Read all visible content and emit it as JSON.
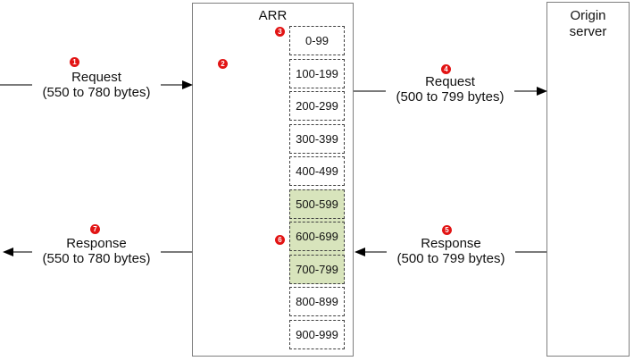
{
  "arr_box": {
    "title": "ARR",
    "ranges": [
      {
        "label": "0-99",
        "cached": false
      },
      {
        "label": "100-199",
        "cached": false
      },
      {
        "label": "200-299",
        "cached": false
      },
      {
        "label": "300-399",
        "cached": false
      },
      {
        "label": "400-499",
        "cached": false
      },
      {
        "label": "500-599",
        "cached": true
      },
      {
        "label": "600-699",
        "cached": true
      },
      {
        "label": "700-799",
        "cached": true
      },
      {
        "label": "800-899",
        "cached": false
      },
      {
        "label": "900-999",
        "cached": false
      }
    ]
  },
  "origin_box": {
    "title": "Origin server"
  },
  "flows": {
    "client_request": {
      "marker": "1",
      "title": "Request",
      "detail": "(550 to 780 bytes)"
    },
    "arr_request": {
      "marker": "4",
      "title": "Request",
      "detail": "(500 to 799 bytes)"
    },
    "origin_response": {
      "marker": "5",
      "title": "Response",
      "detail": "(500 to 799 bytes)"
    },
    "client_response": {
      "marker": "7",
      "title": "Response",
      "detail": "(550 to 780 bytes)"
    }
  },
  "markers": {
    "step2": "2",
    "step3": "3",
    "step6": "6"
  },
  "colors": {
    "cached_fill": "#d8e4bc",
    "marker_red": "#e21414",
    "line_gray": "#7a7a7a",
    "box_border_gray": "#7f7f7f"
  }
}
